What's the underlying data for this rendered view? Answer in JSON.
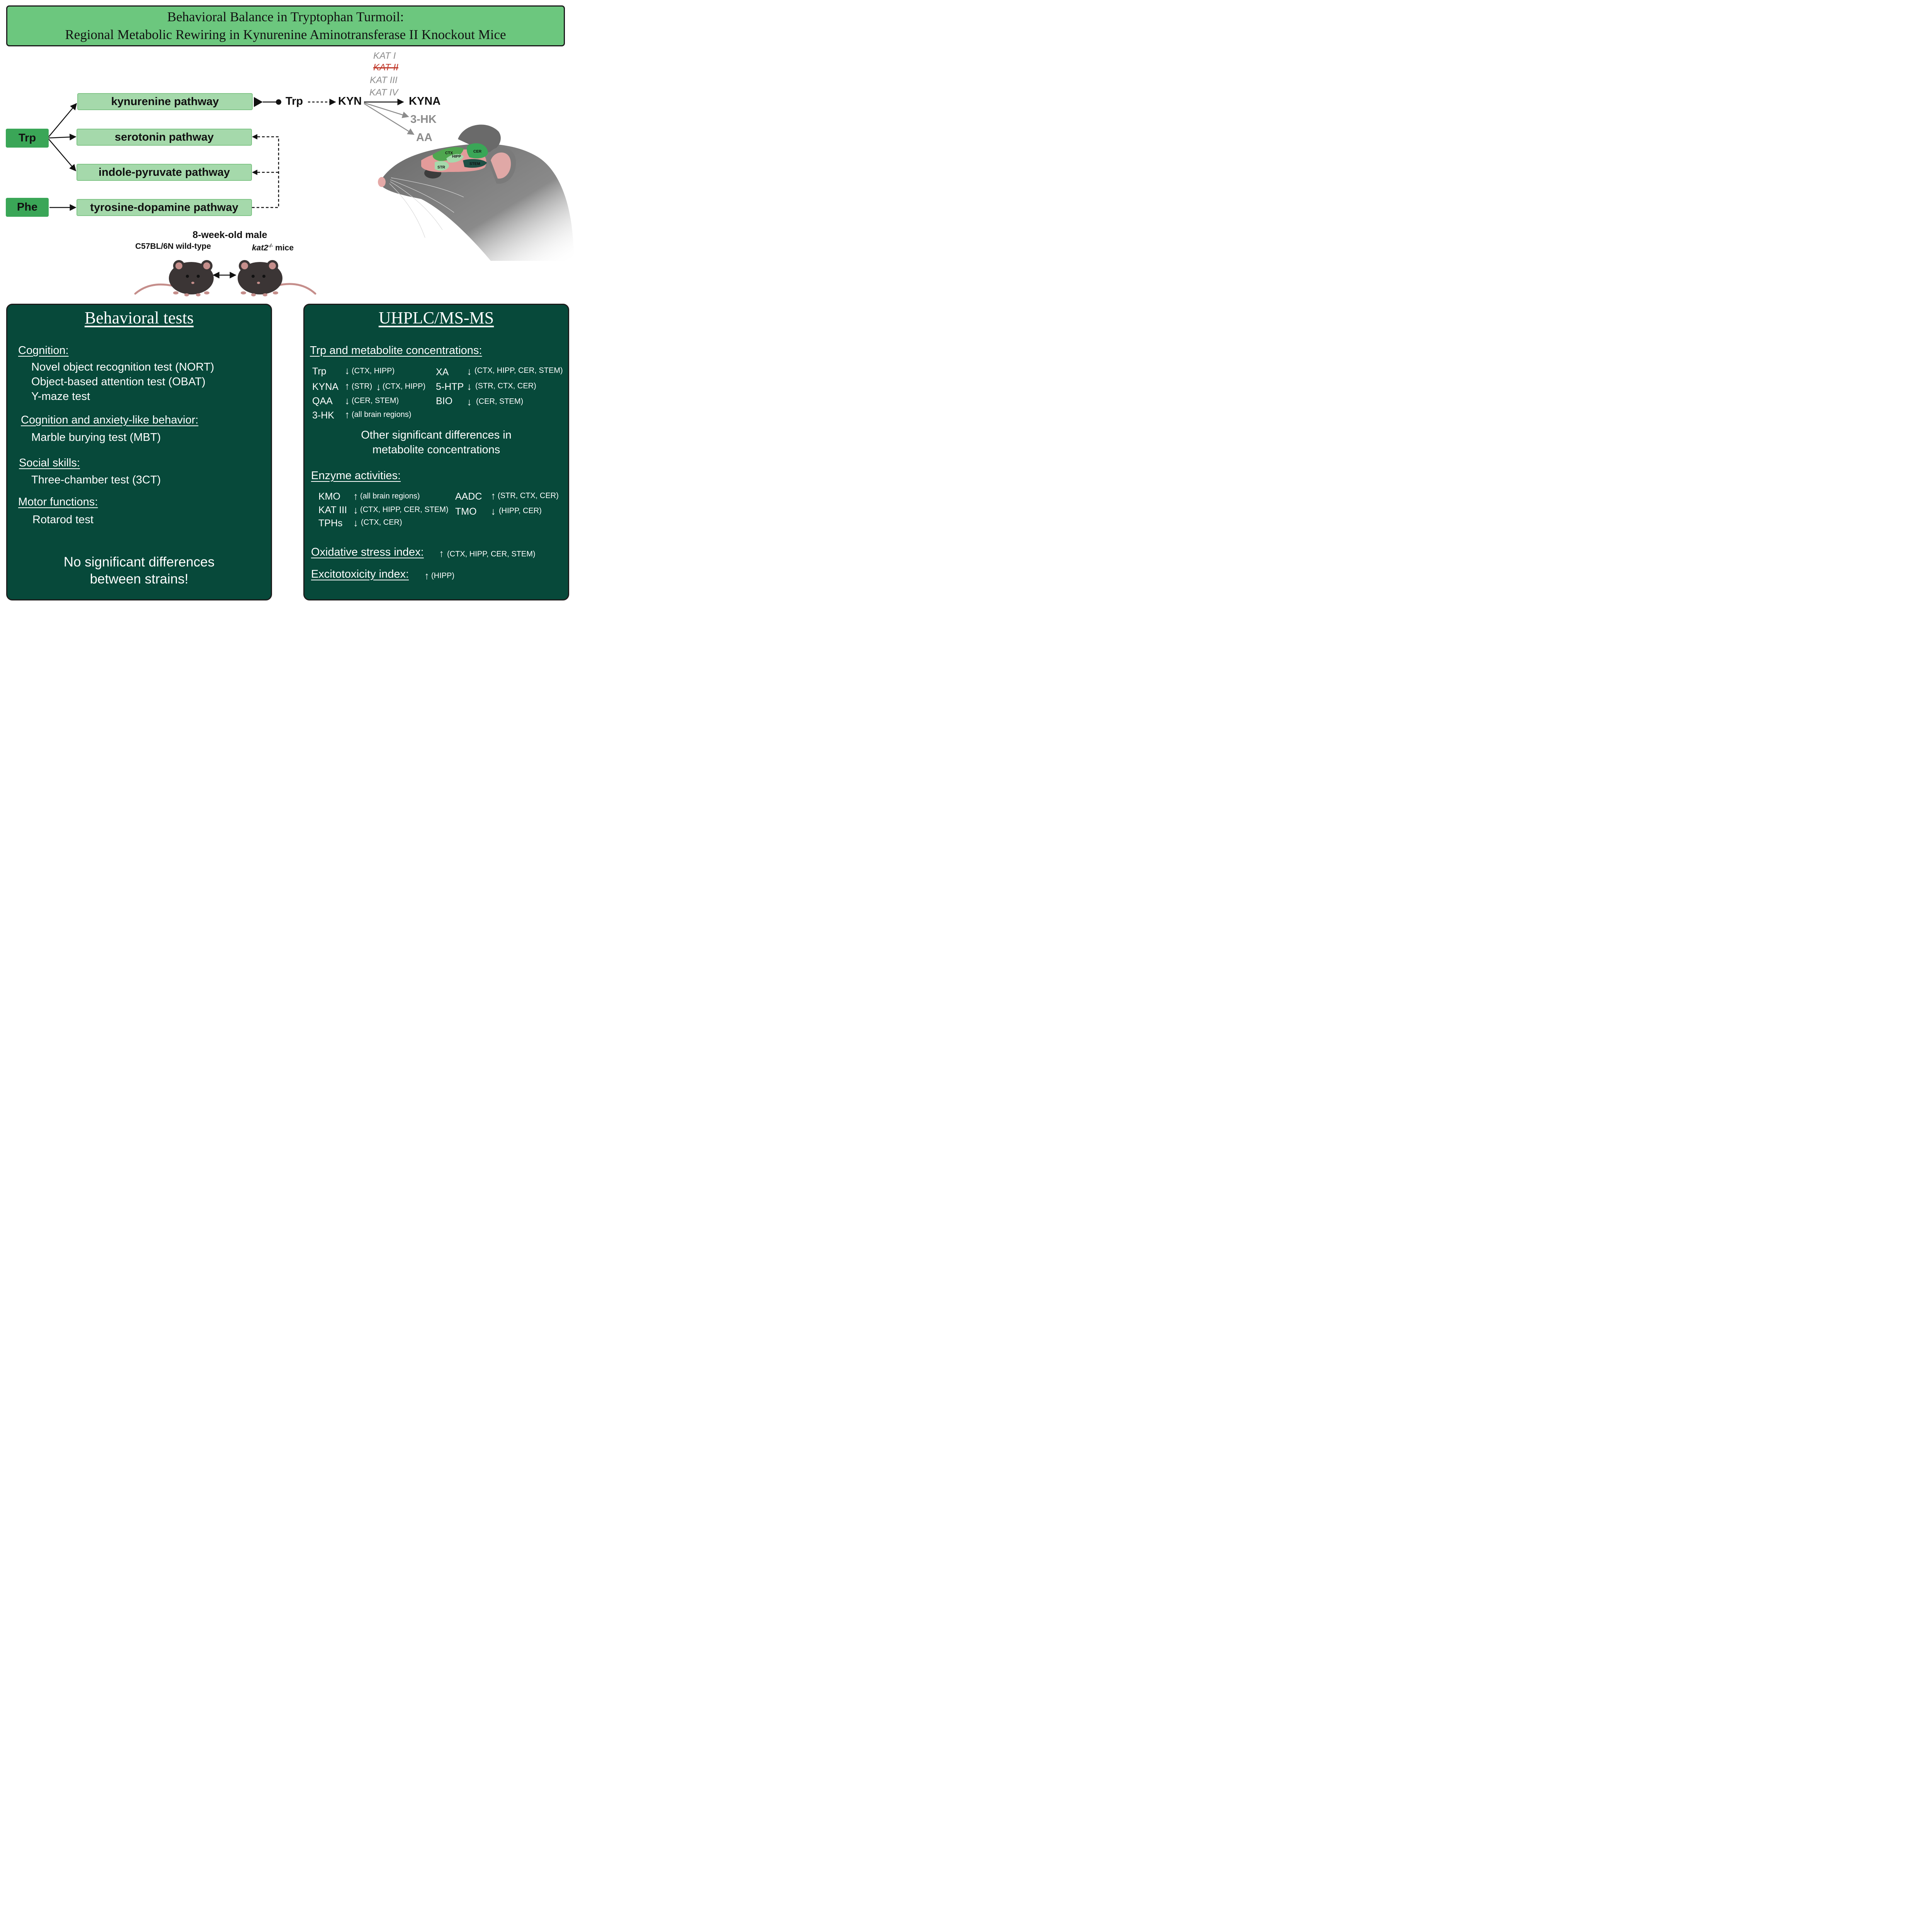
{
  "title": {
    "line1": "Behavioral Balance in Tryptophan Turmoil:",
    "line2": "Regional Metabolic Rewiring in Kynurenine Aminotransferase II Knockout Mice"
  },
  "sources": {
    "trp": "Trp",
    "phe": "Phe"
  },
  "pathways": {
    "kynurenine": "kynurenine pathway",
    "serotonin": "serotonin pathway",
    "indole": "indole-pyruvate pathway",
    "tyrosine": "tyrosine-dopamine pathway"
  },
  "kyn_pathway": {
    "trp": "Trp",
    "kyn": "KYN",
    "kyna": "KYNA",
    "hk3": "3-HK",
    "aa": "AA",
    "enzymes": [
      "KAT I",
      "KAT II",
      "KAT III",
      "KAT IV"
    ]
  },
  "brain_regions": {
    "ctx": "CTX",
    "hipp": "HIPP",
    "cer": "CER",
    "str": "STR",
    "stem": "STEM"
  },
  "mice": {
    "age": "8-week-old male",
    "wildtype": "C57BL/6N wild-type",
    "knockout_gene": "kat2",
    "knockout_sup": "-/-",
    "knockout_suffix": " mice"
  },
  "behavior": {
    "title": "Behavioral tests",
    "groups": [
      {
        "heading": "Cognition:",
        "items": [
          "Novel object recognition test (NORT)",
          "Object-based attention test (OBAT)",
          "Y-maze test"
        ]
      },
      {
        "heading": "Cognition and anxiety-like behavior:",
        "items": [
          "Marble burying test (MBT)"
        ]
      },
      {
        "heading": "Social skills:",
        "items": [
          "Three-chamber test (3CT)"
        ]
      },
      {
        "heading": "Motor functions:",
        "items": [
          "Rotarod test"
        ]
      }
    ],
    "conclusion_line1": "No significant differences",
    "conclusion_line2": "between strains!"
  },
  "uhplc": {
    "title": "UHPLC/MS-MS",
    "metabolites_heading": "Trp and metabolite concentrations:",
    "metabolites": {
      "trp": {
        "name": "Trp",
        "arrow": "↓",
        "regions": "(CTX, HIPP)"
      },
      "kyna": {
        "name": "KYNA",
        "arrow_up": "↑",
        "regions_up": "(STR)",
        "arrow_down": "↓",
        "regions_down": "(CTX, HIPP)"
      },
      "qaa": {
        "name": "QAA",
        "arrow": "↓",
        "regions": "(CER, STEM)"
      },
      "hk3": {
        "name": "3-HK",
        "arrow": "↑",
        "regions": "(all brain regions)"
      },
      "xa": {
        "name": "XA",
        "arrow": "↓",
        "regions": "(CTX, HIPP, CER, STEM)"
      },
      "htp5": {
        "name": "5-HTP",
        "arrow": "↓",
        "regions": "(STR, CTX, CER)"
      },
      "bio": {
        "name": "BIO",
        "arrow": "↓",
        "regions": "(CER, STEM)"
      }
    },
    "other_line1": "Other significant differences in",
    "other_line2": "metabolite concentrations",
    "enzymes_heading": "Enzyme activities:",
    "enzymes": {
      "kmo": {
        "name": "KMO",
        "arrow": "↑",
        "regions": "(all brain regions)"
      },
      "kat3": {
        "name": "KAT III",
        "arrow": "↓",
        "regions": "(CTX, HIPP, CER, STEM)"
      },
      "tphs": {
        "name": "TPHs",
        "arrow": "↓",
        "regions": "(CTX, CER)"
      },
      "aadc": {
        "name": "AADC",
        "arrow": "↑",
        "regions": "(STR, CTX, CER)"
      },
      "tmo": {
        "name": "TMO",
        "arrow": "↓",
        "regions": "(HIPP, CER)"
      }
    },
    "oxidative": {
      "label": "Oxidative stress index:",
      "arrow": "↑",
      "regions": "(CTX, HIPP, CER, STEM)"
    },
    "excito": {
      "label": "Excitotoxicity index:",
      "arrow": "↑",
      "regions": "(HIPP)"
    }
  },
  "colors": {
    "title_bg": "#6cc77e",
    "pathway_bg": "#a5d9ab",
    "source_bg": "#3aa657",
    "panel_bg": "#07493a",
    "knockout_red": "#c0392b"
  },
  "icons": [
    "mouse-head-illustration",
    "wildtype-mouse-icon",
    "knockout-mouse-icon",
    "double-arrow-icon"
  ]
}
